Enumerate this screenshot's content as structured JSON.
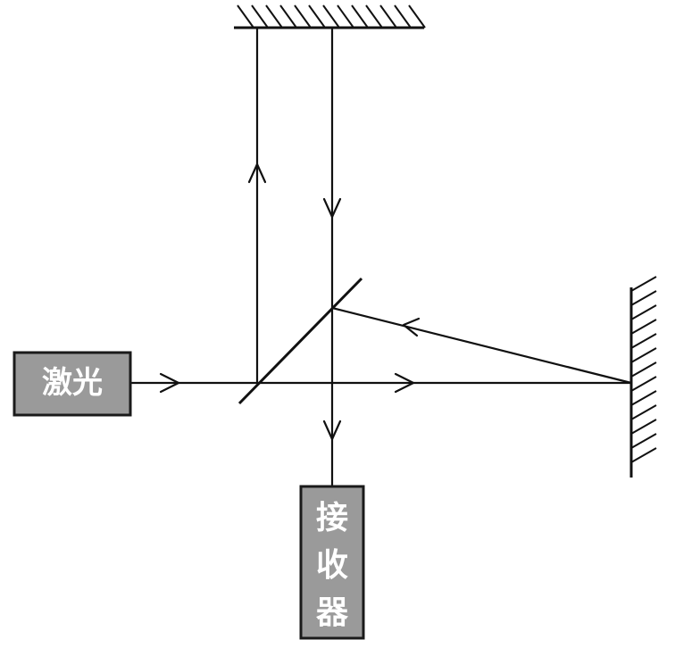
{
  "laser": {
    "label": "激光"
  },
  "receiver": {
    "label_chars": [
      "接",
      "收",
      "器"
    ]
  },
  "colors": {
    "ink": "#111111",
    "box_fill": "#9a9a9a",
    "box_border": "#1a1a1a",
    "label_text": "#ffffff",
    "background": "#ffffff"
  }
}
